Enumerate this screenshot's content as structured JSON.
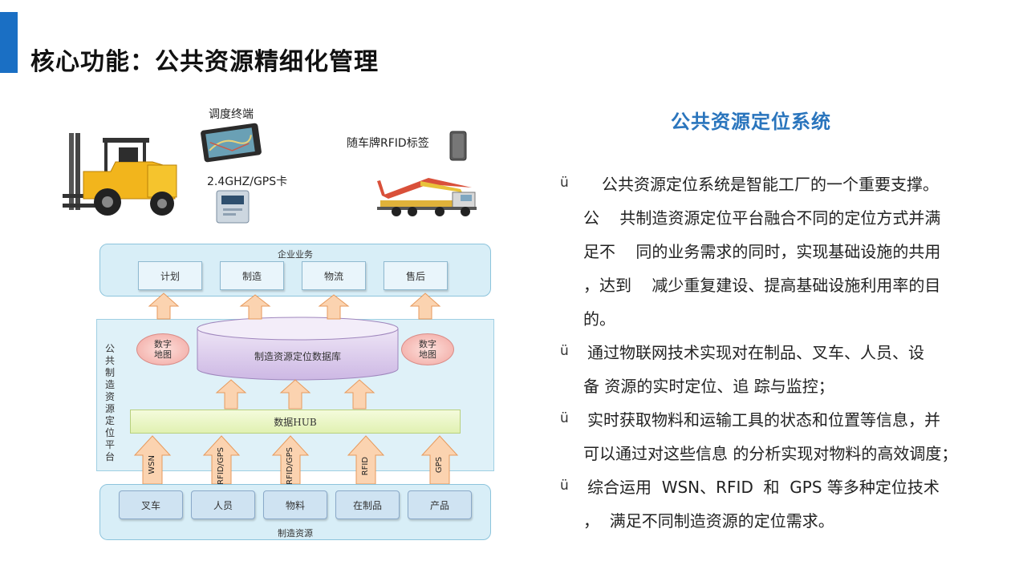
{
  "slide": {
    "title": "核心功能：公共资源精细化管理"
  },
  "illustration": {
    "terminal_label": "调度终端",
    "card_label": "2.4GHZ/GPS卡",
    "rfid_label": "随车牌RFID标签"
  },
  "diagram": {
    "business_title": "企业业务",
    "business_items": [
      "计划",
      "制造",
      "物流",
      "售后"
    ],
    "platform_label": "公共制造资源定位平台",
    "digital_map": "数字\n地图",
    "database": "制造资源定位数据库",
    "hub": "数据HUB",
    "arrow_labels": [
      "WSN",
      "RFID/GPS",
      "RFID/GPS",
      "RFID",
      "GPS"
    ],
    "resources": [
      "叉车",
      "人员",
      "物料",
      "在制品",
      "产品"
    ],
    "resources_title": "制造资源"
  },
  "right": {
    "section_title": "公共资源定位系统",
    "bullet_symbol": "ü",
    "lines": [
      "公共资源定位系统是智能工厂的一个重要支撑。",
      "公    共制造资源定位平台融合不同的定位方式并满",
      "足不    同的业务需求的同时，实现基础设施的共用",
      "，达到    减少重复建设、提高基础设施利用率的目",
      "的。",
      "通过物联网技术实现对在制品、叉车、人员、设",
      "备 资源的实时定位、追 踪与监控；",
      "实时获取物料和运输工具的状态和位置等信息，并",
      "可以通过对这些信息 的分析实现对物料的高效调度；",
      "综合运用  WSN、RFID  和  GPS 等多种定位技术",
      "，  满足不同制造资源的定位需求。"
    ]
  },
  "colors": {
    "accent": "#1a6fc4",
    "section_title": "#2a75bd",
    "arrow_fill": "#fbd3b0",
    "arrow_stroke": "#e79a5c"
  }
}
